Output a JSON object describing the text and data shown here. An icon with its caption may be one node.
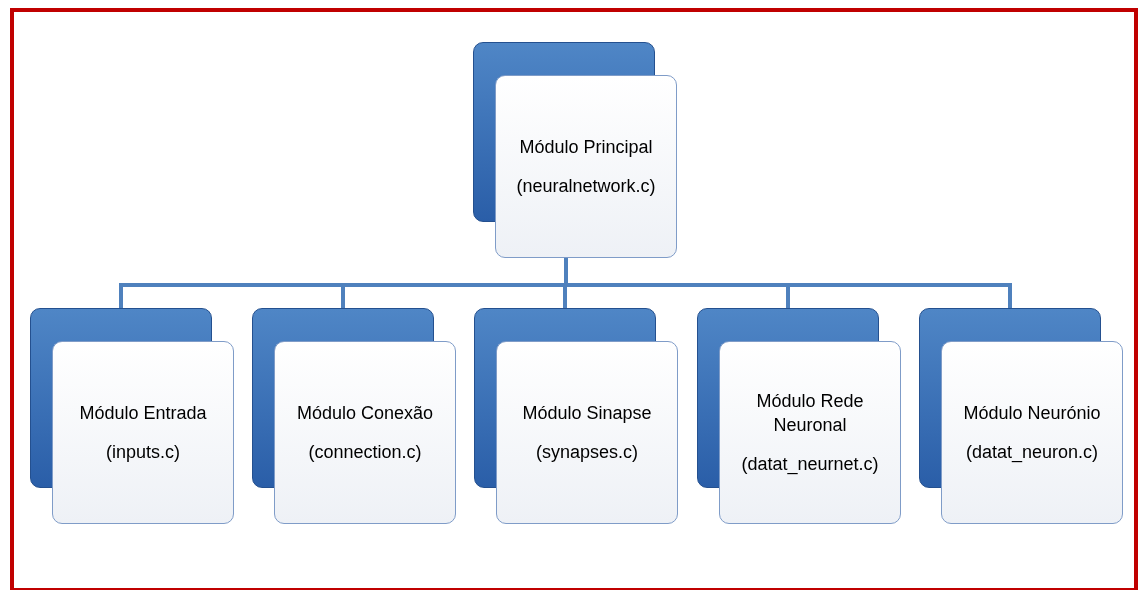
{
  "diagram": {
    "nodes": [
      {
        "text": [
          "Módulo Principal",
          "(neuralnetwork.c)"
        ]
      },
      {
        "text": [
          "Módulo Entrada",
          "(inputs.c)"
        ]
      },
      {
        "text": [
          "Módulo Conexão",
          "(connection.c)"
        ]
      },
      {
        "text": [
          "Módulo Sinapse",
          "(synapses.c)"
        ]
      },
      {
        "text": [
          "Módulo Rede Neuronal",
          "(datat_neurnet.c)"
        ]
      },
      {
        "text": [
          "Módulo Neurónio",
          "(datat_neuron.c)"
        ]
      }
    ],
    "edges": [
      {
        "from": 0,
        "to": 1,
        "arrow": "none"
      },
      {
        "from": 0,
        "to": 2,
        "arrow": "none"
      },
      {
        "from": 0,
        "to": 3,
        "arrow": "none"
      },
      {
        "from": 0,
        "to": 4,
        "arrow": "none"
      },
      {
        "from": 0,
        "to": 5,
        "arrow": "none"
      }
    ]
  }
}
